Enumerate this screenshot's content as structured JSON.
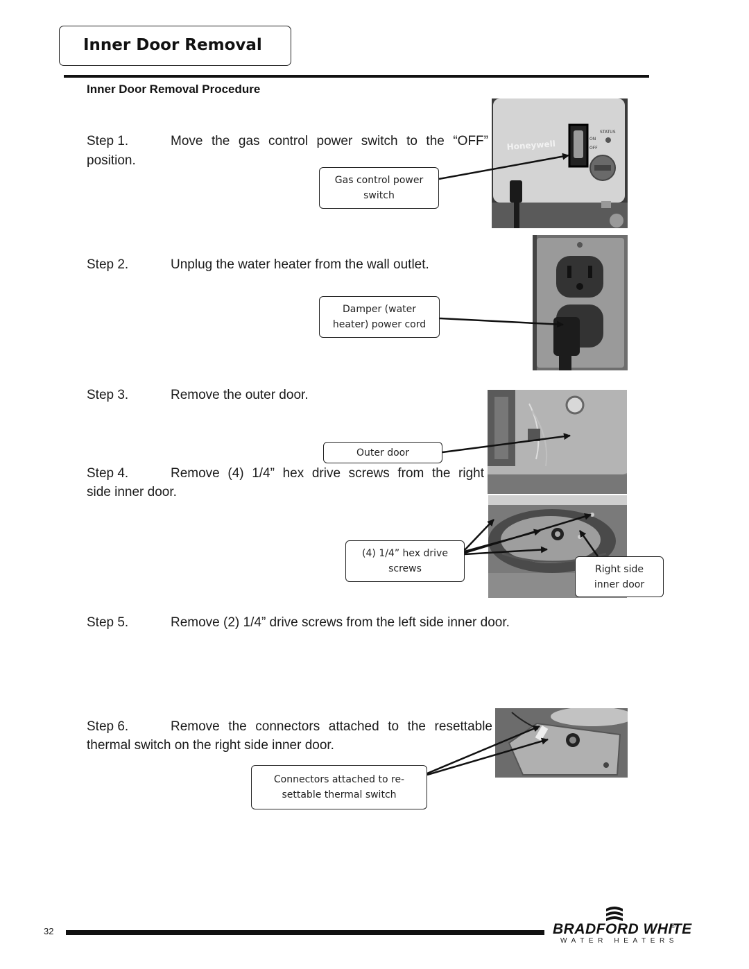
{
  "header": {
    "title": "Inner Door Removal",
    "subtitle": "Inner Door Removal Procedure"
  },
  "steps": [
    {
      "label": "Step 1.",
      "line1": "Move the gas control power switch to the “OFF”",
      "line2": "position."
    },
    {
      "label": "Step 2.",
      "line1": "Unplug the water heater from the wall outlet."
    },
    {
      "label": "Step 3.",
      "line1": "Remove the outer door."
    },
    {
      "label": "Step 4.",
      "line1": "Remove (4) 1/4” hex drive screws from the right",
      "line2": "side inner door."
    },
    {
      "label": "Step 5.",
      "line1": "Remove (2) 1/4” drive screws from the left side inner door."
    },
    {
      "label": "Step 6.",
      "line1": "Remove the connectors attached to the resettable",
      "line2": "thermal switch on the right side inner door."
    }
  ],
  "callouts": {
    "gas_switch": {
      "line1": "Gas control power",
      "line2": "switch"
    },
    "power_cord": {
      "line1": "Damper (water",
      "line2": "heater) power cord"
    },
    "outer_door": {
      "line1": "Outer door"
    },
    "hex_screws": {
      "line1": "(4) 1/4” hex drive",
      "line2": "screws"
    },
    "right_inner_door": {
      "line1": "Right side",
      "line2": "inner door"
    },
    "connectors": {
      "line1": "Connectors attached to re-",
      "line2": "settable thermal switch"
    }
  },
  "photos": {
    "gas_control_brand": "Honeywell",
    "dial_labels": [
      "STATUS",
      "ON",
      "OFF"
    ]
  },
  "footer": {
    "page_number": "32",
    "brand": "BRADFORD WHITE",
    "brand_sub": "WATER HEATERS",
    "registered": "®"
  }
}
